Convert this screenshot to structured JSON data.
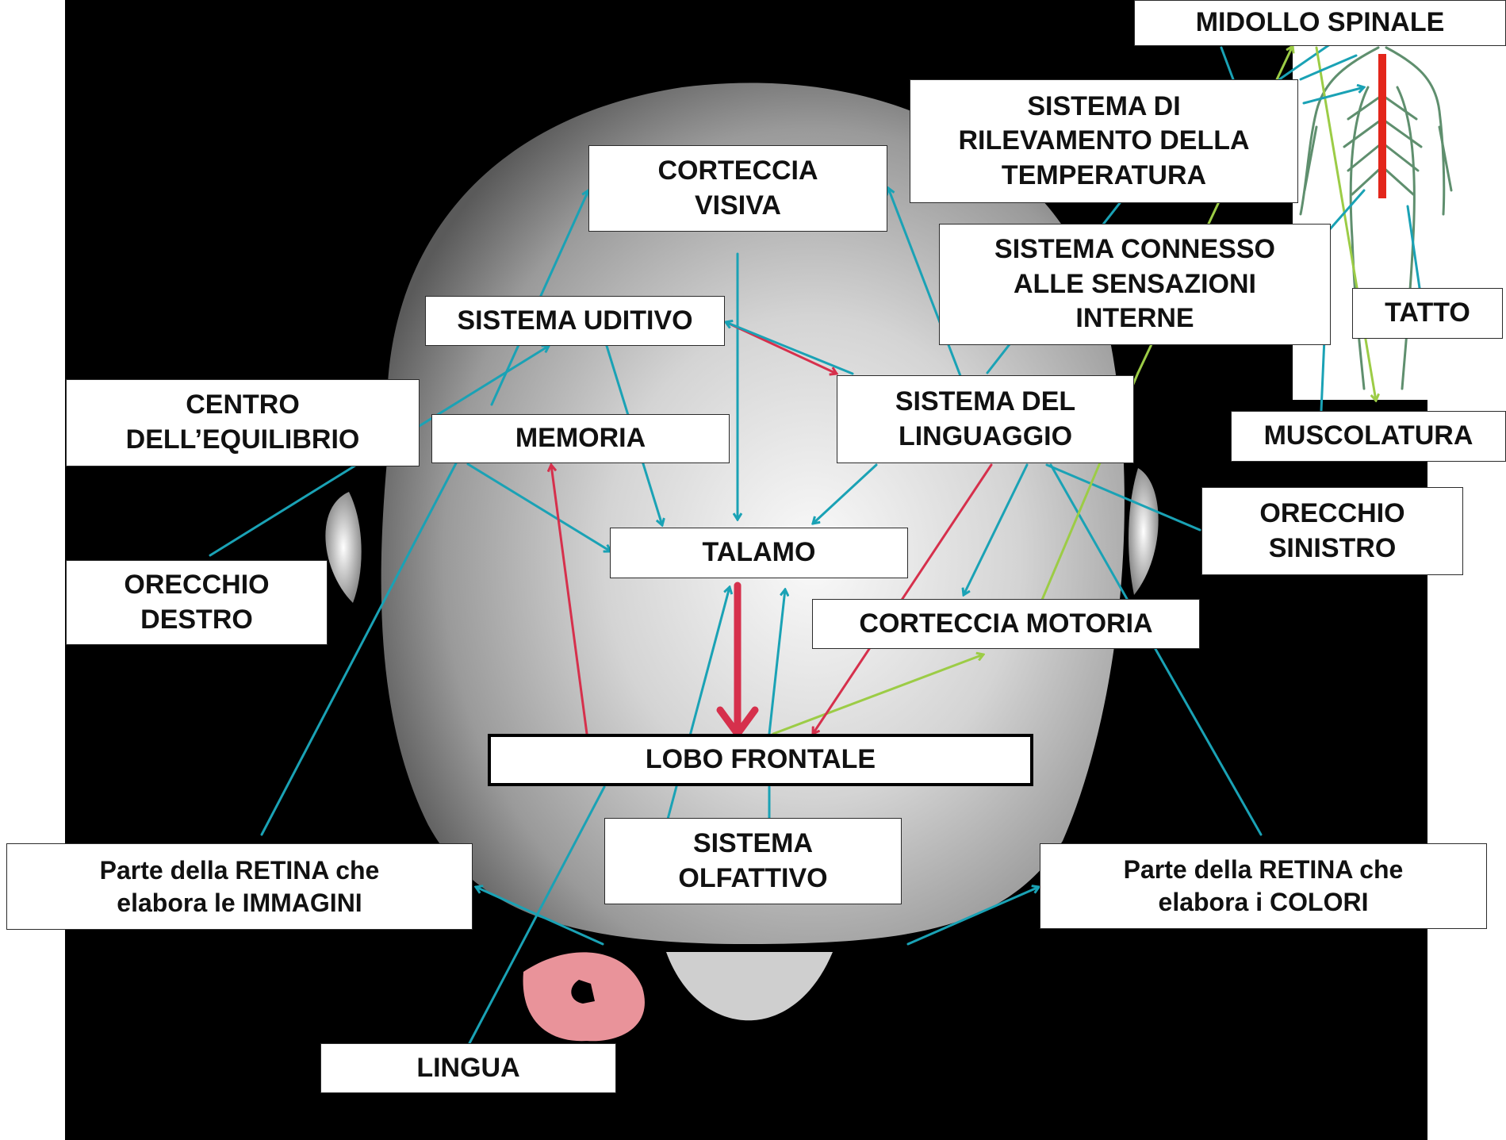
{
  "colors": {
    "background": "#000000",
    "head": "#b5b5b5",
    "connection_teal": "#1aa2b5",
    "connection_red": "#d6304c",
    "connection_lime": "#9ccc46",
    "spinal_cord": "#e3261b",
    "tongue": "#e9939a"
  },
  "icons": [
    "head-silhouette-icon",
    "human-nervous-system-figure-icon",
    "tongue-icon"
  ],
  "labels": {
    "midollo_spinale": "MIDOLLO SPINALE",
    "sistema_temperatura": "SISTEMA DI\nRILEVAMENTO DELLA\nTEMPERATURA",
    "corteccia_visiva": "CORTECCIA\nVISIVA",
    "sistema_sensazioni_interne": "SISTEMA CONNESSO\nALLE SENSAZIONI\nINTERNE",
    "tatto": "TATTO",
    "sistema_uditivo": "SISTEMA UDITIVO",
    "centro_equilibrio": "CENTRO\nDELL’EQUILIBRIO",
    "memoria": "MEMORIA",
    "sistema_linguaggio": "SISTEMA DEL\nLINGUAGGIO",
    "muscolatura": "MUSCOLATURA",
    "orecchio_sinistro": "ORECCHIO\nSINISTRO",
    "talamo": "TALAMO",
    "orecchio_destro": "ORECCHIO\nDESTRO",
    "corteccia_motoria": "CORTECCIA MOTORIA",
    "lobo_frontale": "LOBO FRONTALE",
    "sistema_olfattivo": "SISTEMA\nOLFATTIVO",
    "retina_immagini": "Parte della RETINA che\nelabora le IMMAGINI",
    "retina_colori": "Parte della RETINA che\nelabora i COLORI",
    "lingua": "LINGUA"
  }
}
